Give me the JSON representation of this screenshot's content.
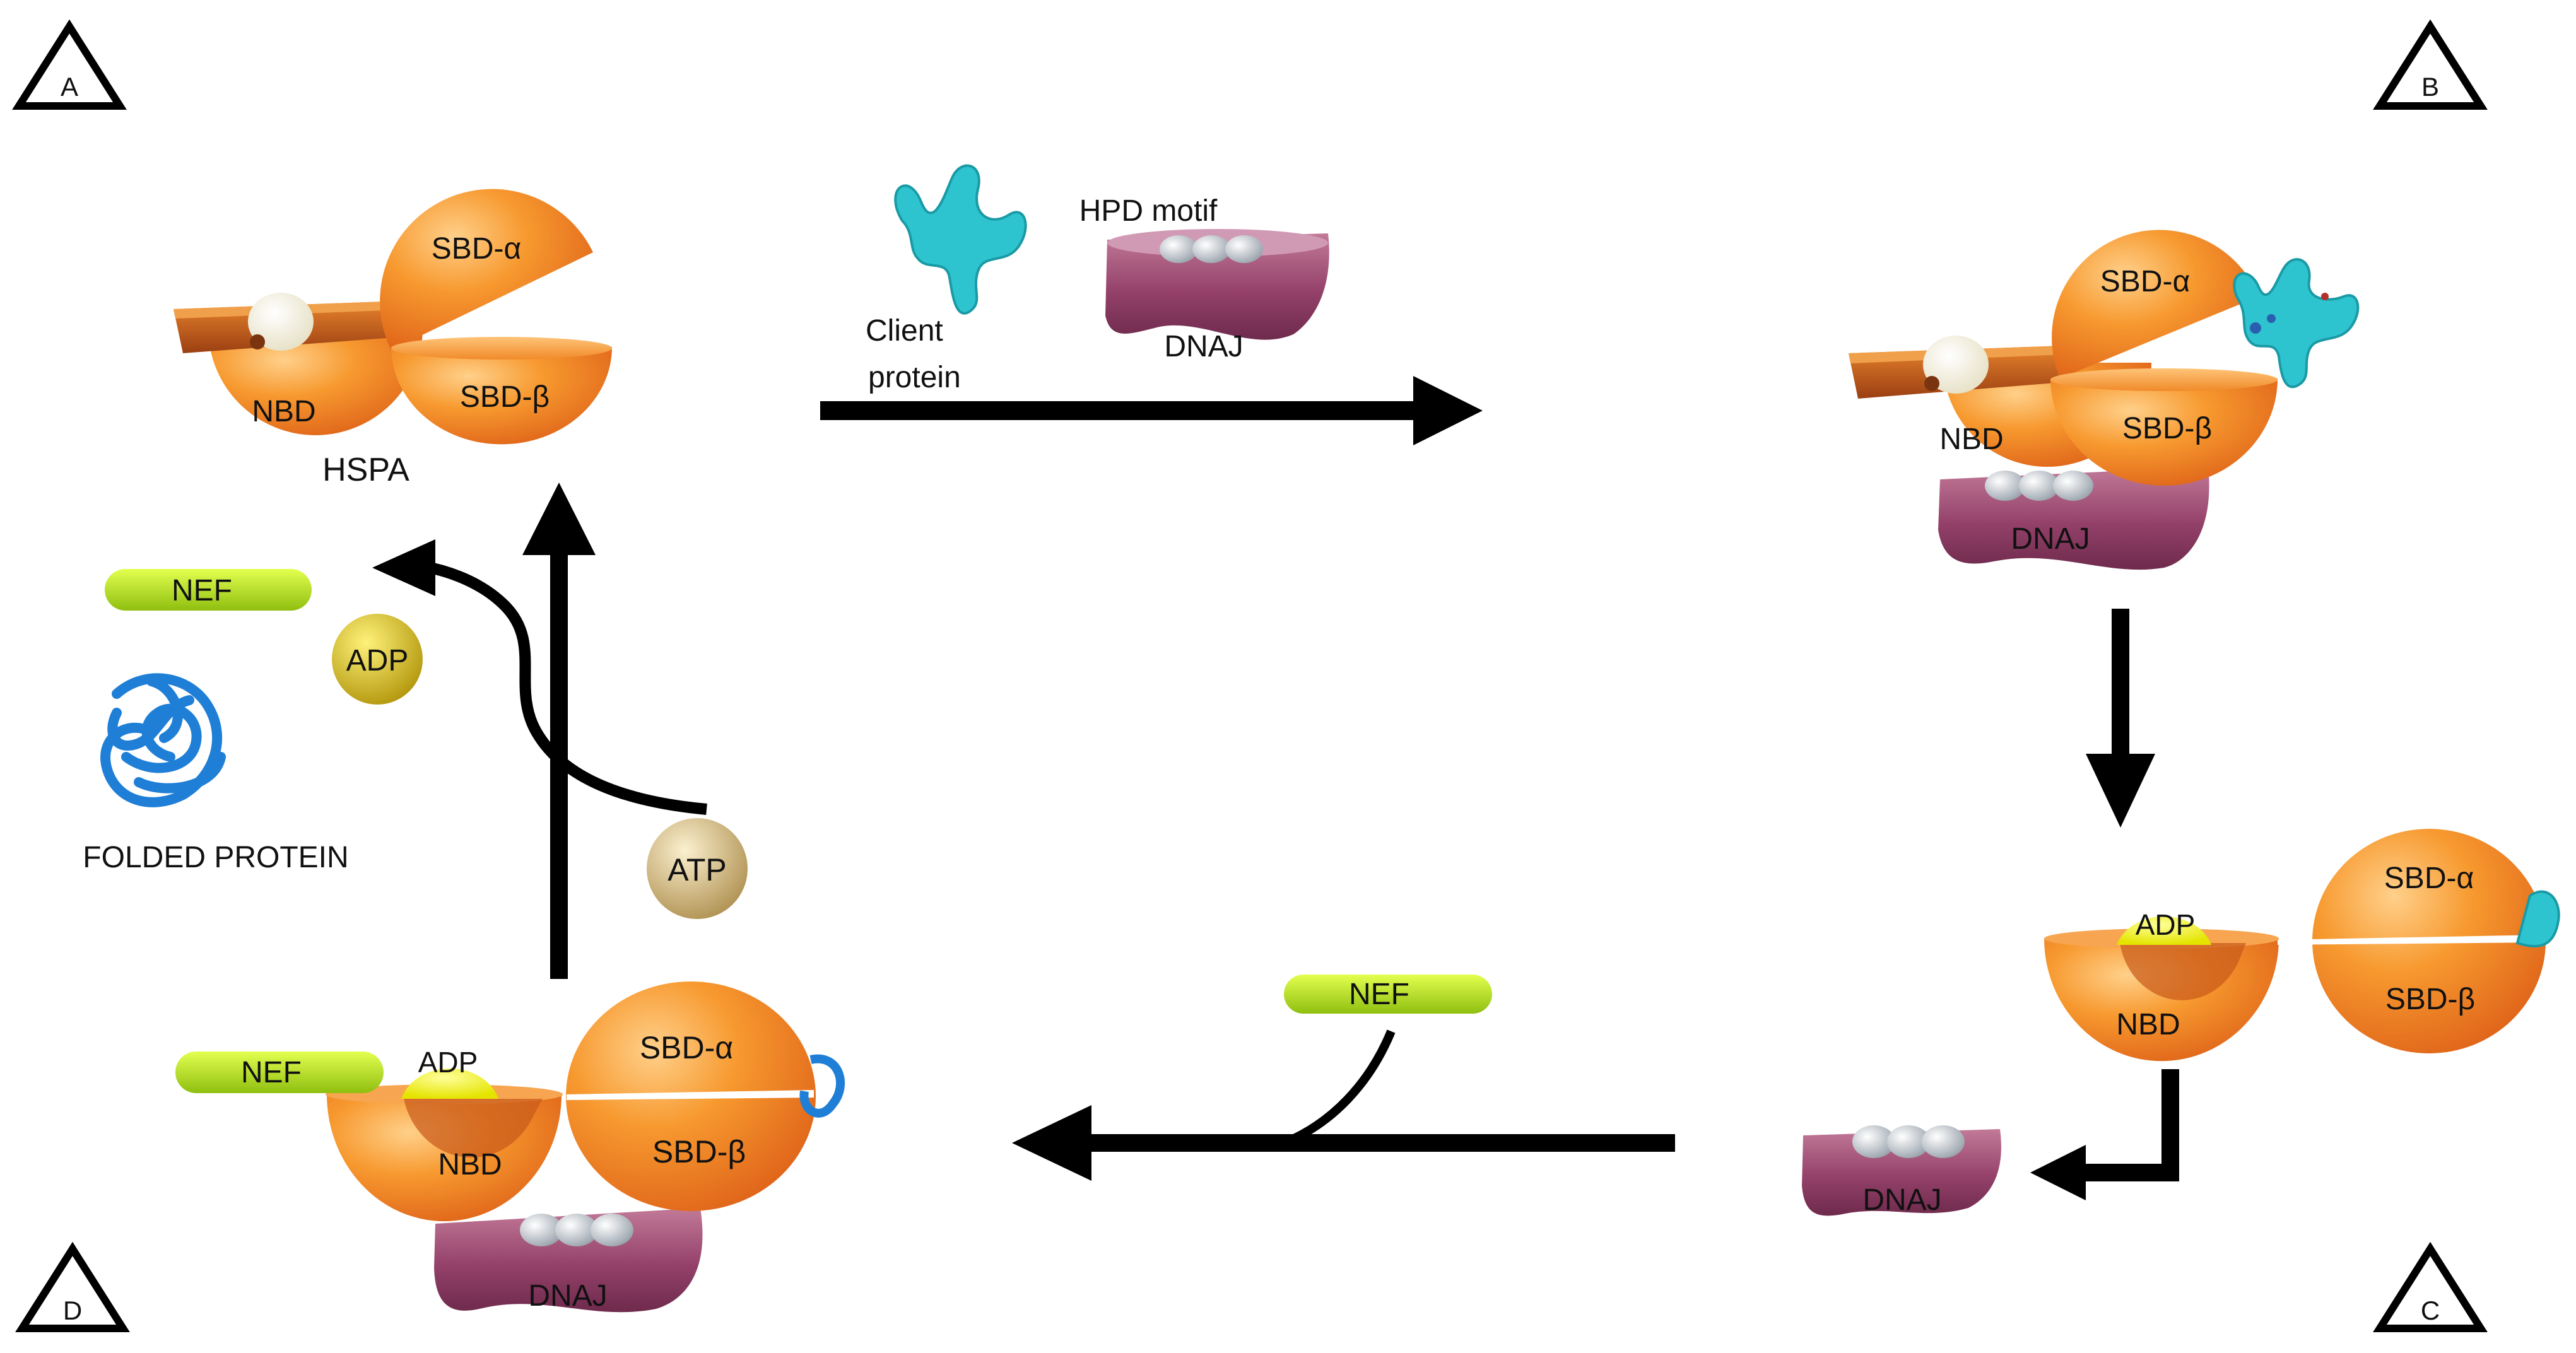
{
  "corners": {
    "a": "A",
    "b": "B",
    "c": "C",
    "d": "D"
  },
  "panel_a": {
    "sbd_alpha": "SBD-α",
    "sbd_beta": "SBD-β",
    "nbd": "NBD",
    "hspa": "HSPA"
  },
  "panel_b": {
    "sbd_alpha": "SBD-α",
    "sbd_beta": "SBD-β",
    "nbd": "NBD",
    "dnaj": "DNAJ"
  },
  "panel_c": {
    "adp": "ADP",
    "nbd": "NBD",
    "sbd_alpha": "SBD-α",
    "sbd_beta": "SBD-β",
    "dnaj": "DNAJ"
  },
  "panel_d": {
    "nef": "NEF",
    "adp": "ADP",
    "nbd": "NBD",
    "sbd_alpha": "SBD-α",
    "sbd_beta": "SBD-β",
    "dnaj": "DNAJ"
  },
  "top_transition": {
    "client_line1": "Client",
    "client_line2": "protein",
    "hpd_motif": "HPD motif",
    "dnaj": "DNAJ"
  },
  "bottom_transition": {
    "nef": "NEF"
  },
  "left_transition": {
    "nef": "NEF",
    "adp": "ADP",
    "atp": "ATP",
    "folded_protein": "FOLDED PROTEIN"
  },
  "colors": {
    "orange": "#f28a28",
    "orange_light": "#ffb456",
    "orange_dark": "#d9601a",
    "dnaj": "#9c4a6e",
    "nef": "#b9e21b",
    "adp": "#e8d83a",
    "atp": "#d8c38c",
    "client": "#2ec4cf",
    "folded": "#1f7fd6",
    "arrow": "#000000"
  }
}
